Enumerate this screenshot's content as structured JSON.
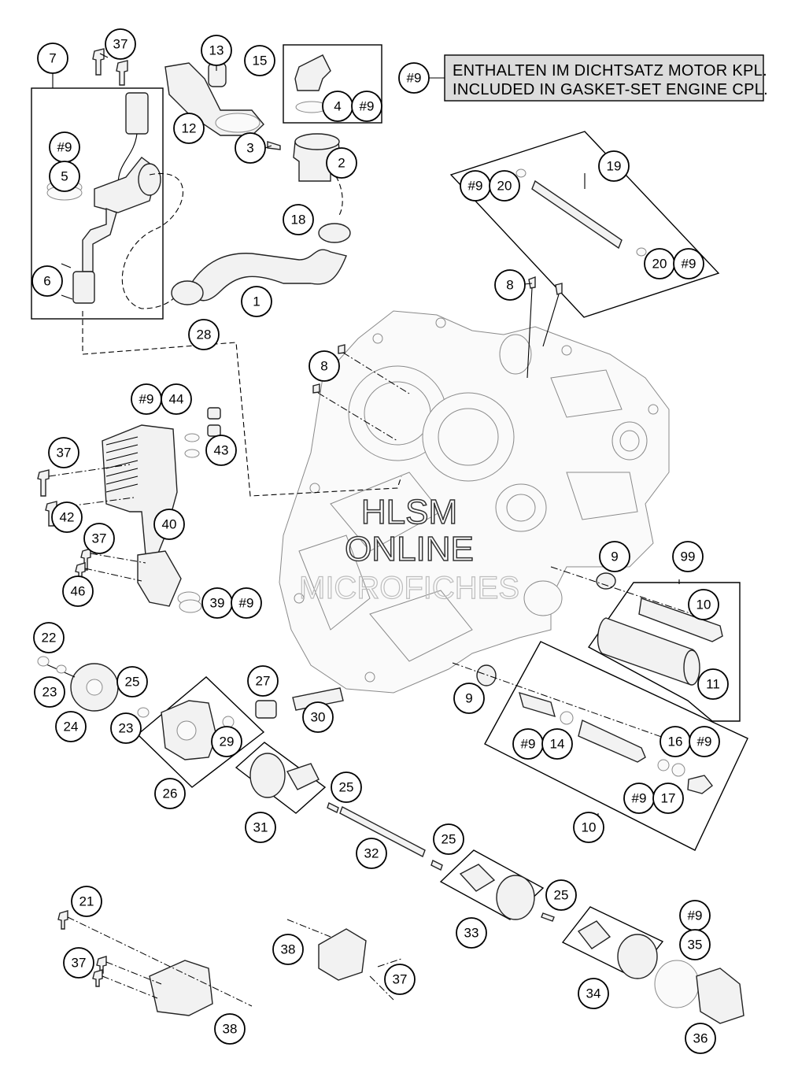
{
  "note": {
    "ref": "#9",
    "line1": "ENTHALTEN IM DICHTSATZ MOTOR KPL.",
    "line2": "INCLUDED IN GASKET-SET ENGINE CPL."
  },
  "watermark": {
    "line1": "HLSM",
    "line2": "ONLINE",
    "line3": "MICROFICHES"
  },
  "callouts": {
    "c1": "1",
    "c2": "2",
    "c3": "3",
    "c4": "4",
    "c4_9": "#9",
    "c5": "5",
    "c5_9": "#9",
    "c6": "6",
    "c7": "7",
    "c8a": "8",
    "c8b": "8",
    "c9a": "9",
    "c9b": "9",
    "c10a": "10",
    "c10b": "10",
    "c11": "11",
    "c12": "12",
    "c13": "13",
    "c14": "14",
    "c14_9": "#9",
    "c15": "15",
    "c16": "16",
    "c16_9": "#9",
    "c17": "17",
    "c17_9": "#9",
    "c18": "18",
    "c19": "19",
    "c20a": "20",
    "c20a_9": "#9",
    "c20b": "20",
    "c20b_9": "#9",
    "c21": "21",
    "c22": "22",
    "c23a": "23",
    "c23b": "23",
    "c24": "24",
    "c25a": "25",
    "c25b": "25",
    "c25c": "25",
    "c25d": "25",
    "c26": "26",
    "c27": "27",
    "c28": "28",
    "c29": "29",
    "c30": "30",
    "c31": "31",
    "c32": "32",
    "c33": "33",
    "c34": "34",
    "c35": "35",
    "c35_9": "#9",
    "c36": "36",
    "c37a": "37",
    "c37b": "37",
    "c37c": "37",
    "c37d": "37",
    "c37e": "37",
    "c38a": "38",
    "c38b": "38",
    "c39": "39",
    "c39_9": "#9",
    "c40": "40",
    "c42": "42",
    "c43": "43",
    "c44": "44",
    "c44_9": "#9",
    "c46": "46",
    "c99": "99"
  }
}
